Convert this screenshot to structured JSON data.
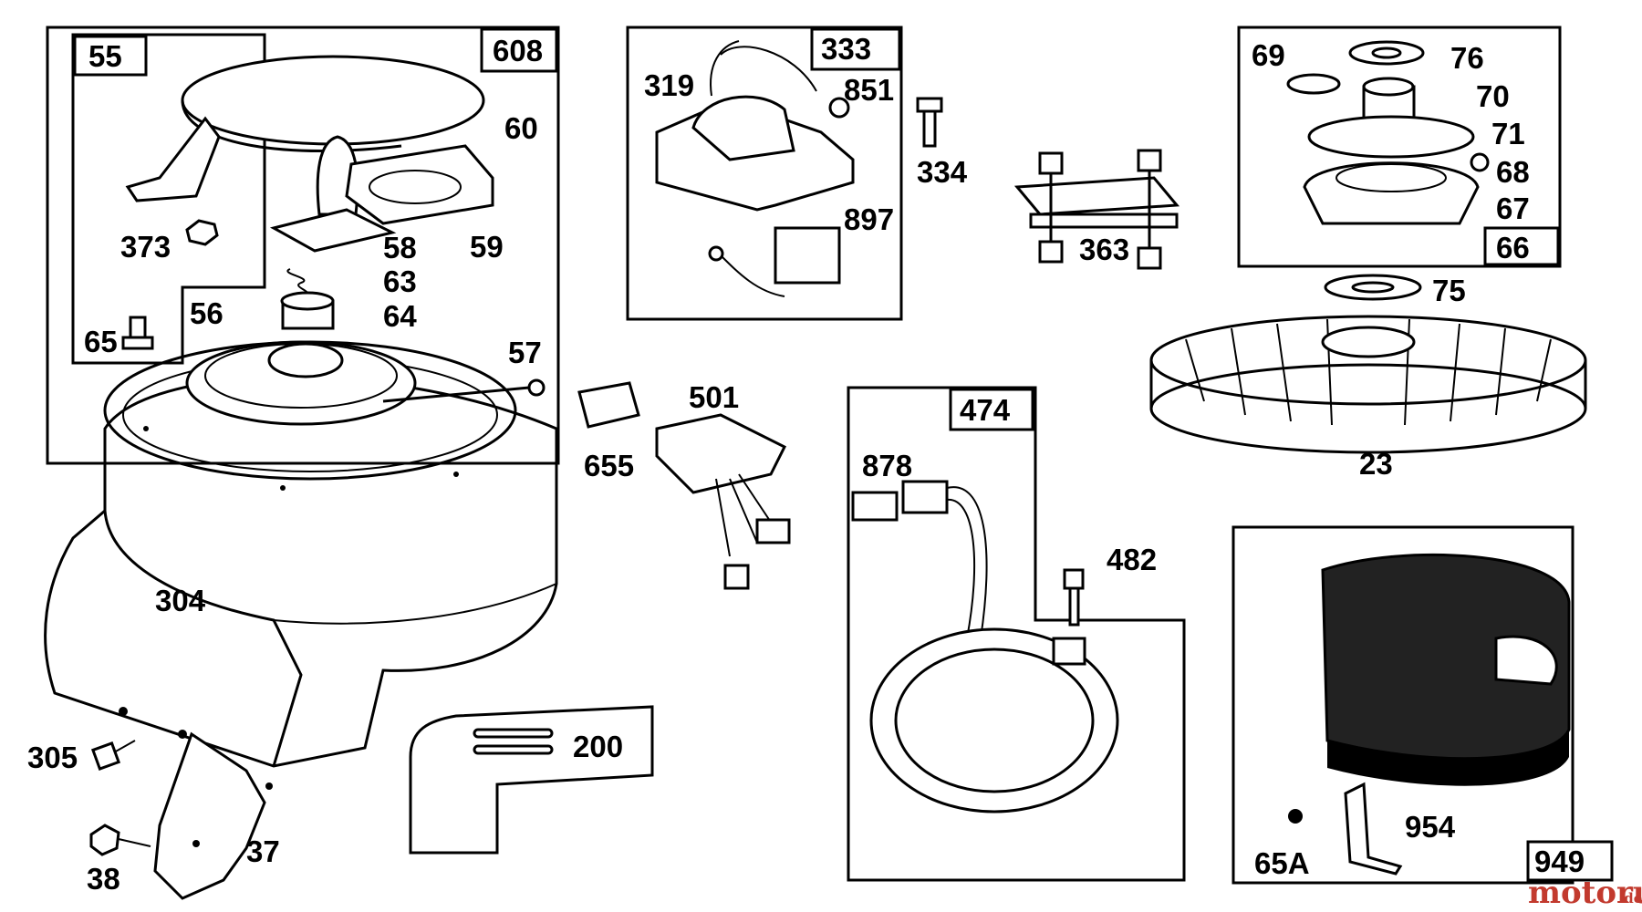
{
  "diagram": {
    "boxes": {
      "b55": "55",
      "b608": "608",
      "b333": "333",
      "b66": "66",
      "b474": "474",
      "b949": "949"
    },
    "labels": {
      "l373": "373",
      "l58": "58",
      "l59": "59",
      "l60": "60",
      "l63": "63",
      "l64": "64",
      "l56": "56",
      "l65": "65",
      "l57": "57",
      "l304": "304",
      "l305": "305",
      "l38": "38",
      "l37": "37",
      "l319": "319",
      "l851": "851",
      "l897": "897",
      "l334": "334",
      "l363": "363",
      "l69": "69",
      "l76": "76",
      "l70": "70",
      "l71": "71",
      "l68": "68",
      "l67": "67",
      "l75": "75",
      "l23": "23",
      "l501": "501",
      "l655": "655",
      "l200": "200",
      "l878": "878",
      "l482": "482",
      "l954": "954",
      "l65A": "65A"
    },
    "watermark": {
      "main": "motoruf",
      "suffix": ".de"
    }
  }
}
